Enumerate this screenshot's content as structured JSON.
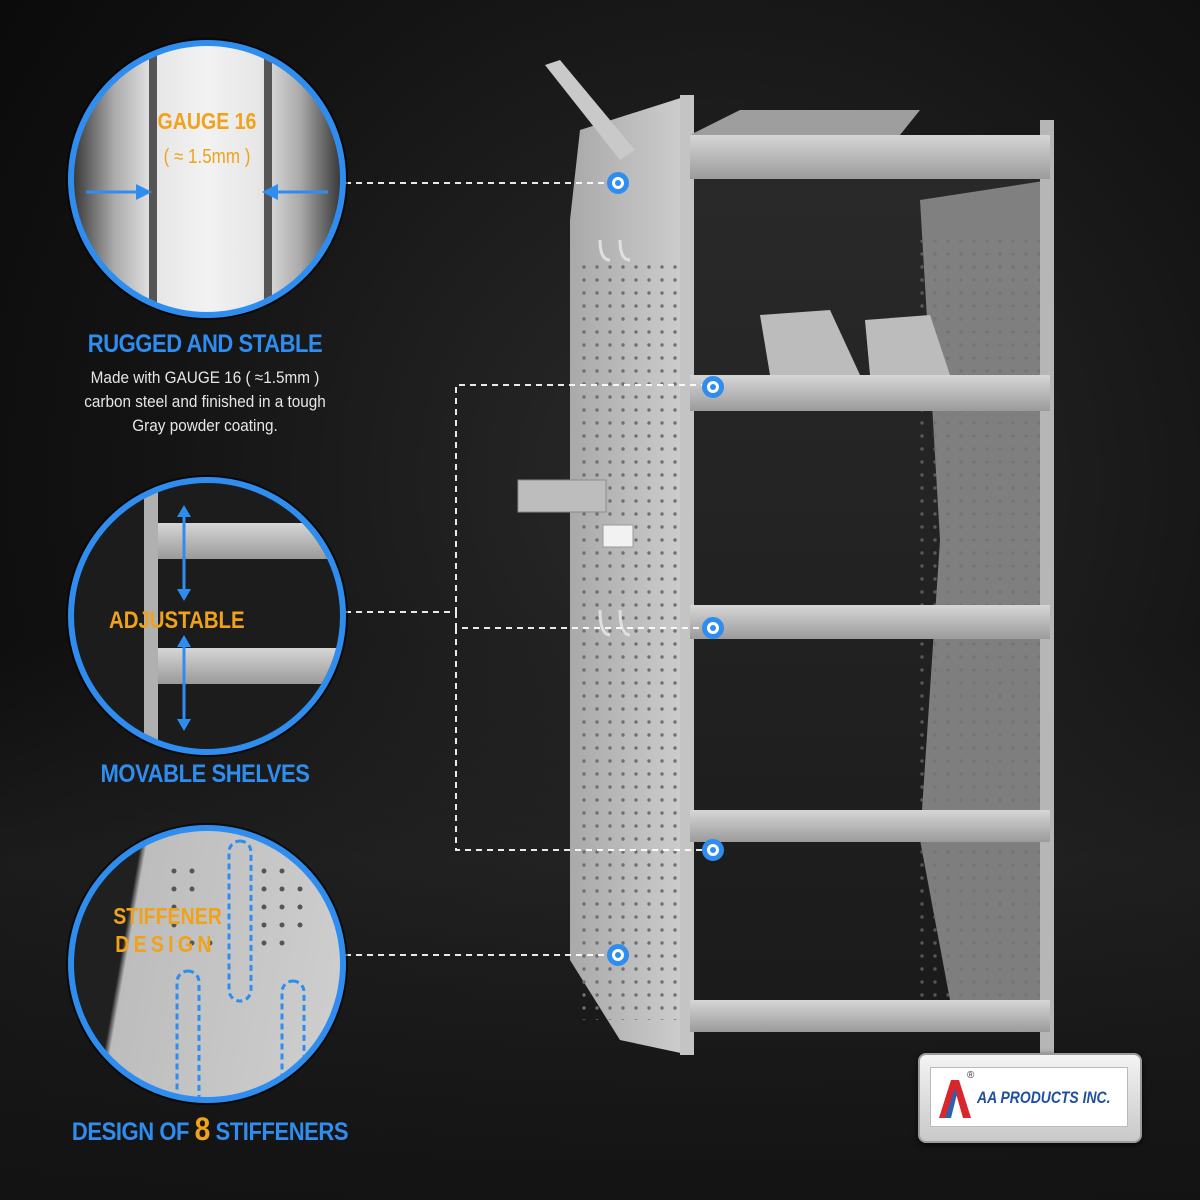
{
  "features": [
    {
      "title": "RUGGED AND STABLE",
      "description_lines": [
        "Made with GAUGE 16 ( ≈1.5mm )",
        "carbon steel and finished in a tough",
        "Gray powder coating."
      ],
      "inset_label": "GAUGE 16",
      "inset_sublabel": "( ≈ 1.5mm )"
    },
    {
      "title": "MOVABLE SHELVES",
      "inset_label": "ADJUSTABLE"
    },
    {
      "title_prefix": "DESIGN OF ",
      "title_number": "8",
      "title_suffix": " STIFFENERS",
      "inset_label_line1": "STIFFENER",
      "inset_label_line2": "DESIGN"
    }
  ],
  "brand": {
    "name": "AA PRODUCTS INC.",
    "registered": "®"
  },
  "colors": {
    "accent_blue": "#2f8df0",
    "accent_orange": "#f0a21a",
    "shelf_gray": "#b9b9b9",
    "background": "#141414"
  }
}
